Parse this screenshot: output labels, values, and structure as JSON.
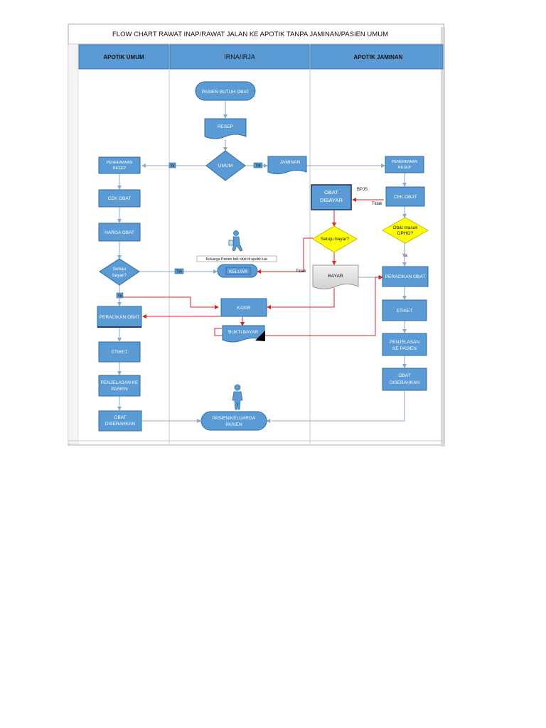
{
  "title": "FLOW CHART RAWAT INAP/RAWAT JALAN KE APOTIK TANPA JAMINAN/PASIEN UMUM",
  "lanes": {
    "left": "APOTIK UMUM",
    "middle": "IRNA/IRJA",
    "right": "APOTIK JAMINAN"
  },
  "nodes": {
    "pasien_butuh_obat": "PASIEN BUTUH OBAT",
    "resep": "RESEP",
    "umum": "UMUM",
    "jaminan": "JAMINAN",
    "penerimaan_resep_left_1": "PENERIMAAN",
    "penerimaan_resep_left_2": "RESEP",
    "cek_obat_left": "CEK OBAT",
    "harga_obat": "HARGA OBAT",
    "setuju_bayar_left_1": "Setuju",
    "setuju_bayar_left_2": "bayar?",
    "peracikan_obat_left": "PERACIKAN OBAT",
    "etiket_left": "ETIKET",
    "penjelasan_left_1": "PENJELASAN KE",
    "penjelasan_left_2": "PASIEN",
    "obat_diserahkan_left_1": "OBAT",
    "obat_diserahkan_left_2": "DISERAHKAN",
    "keluarga_note": "Keluarga Pasien beli obat di apotik luar",
    "keluar": "KELUAR",
    "kasir": "KASIR",
    "bukti_bayar": "BUKTI BAYAR",
    "pasien_keluarga_1": "PASIEN/KELUARGA",
    "pasien_keluarga_2": "PASIEN",
    "obat_dibayar_1": "OBAT",
    "obat_dibayar_2": "DIBAYAR",
    "setuju_bayar_mid": "Setuju bayar?",
    "bayar": "BAYAR",
    "penerimaan_resep_right_1": "PENERIMAAN",
    "penerimaan_resep_right_2": "RESEP",
    "cek_obat_right": "CEK OBAT",
    "obat_masuk_dpho_1": "Obat masuk",
    "obat_masuk_dpho_2": "DPHO?",
    "peracikan_obat_right": "PERACIKAN OBAT",
    "etiket_right": "ETIKET",
    "penjelasan_right_1": "PENJELASAN",
    "penjelasan_right_2": "KE PASIEN",
    "obat_diserahkan_right_1": "OBAT",
    "obat_diserahkan_right_2": "DISERAHKAN"
  },
  "edge_labels": {
    "ya_umum": "Ya",
    "tidak_umum": "Tdk",
    "tidak_setuju_left": "Tdk",
    "ya_setuju_left": "Ya",
    "bpjs": "BPJS",
    "tidak_dpho": "Tidak",
    "ya_dpho": "Ya",
    "tidak_setuju_mid": "Tidak"
  },
  "colors": {
    "node_fill": "#5b9bd5",
    "node_stroke": "#2e6da4",
    "decision_yellow": "#ffff00",
    "arrow_gray": "#8aa9c8",
    "arrow_red": "#e02020",
    "lane_header": "#5b9bd5"
  },
  "icons": [
    "person-walking-icon",
    "person-standing-icon"
  ]
}
